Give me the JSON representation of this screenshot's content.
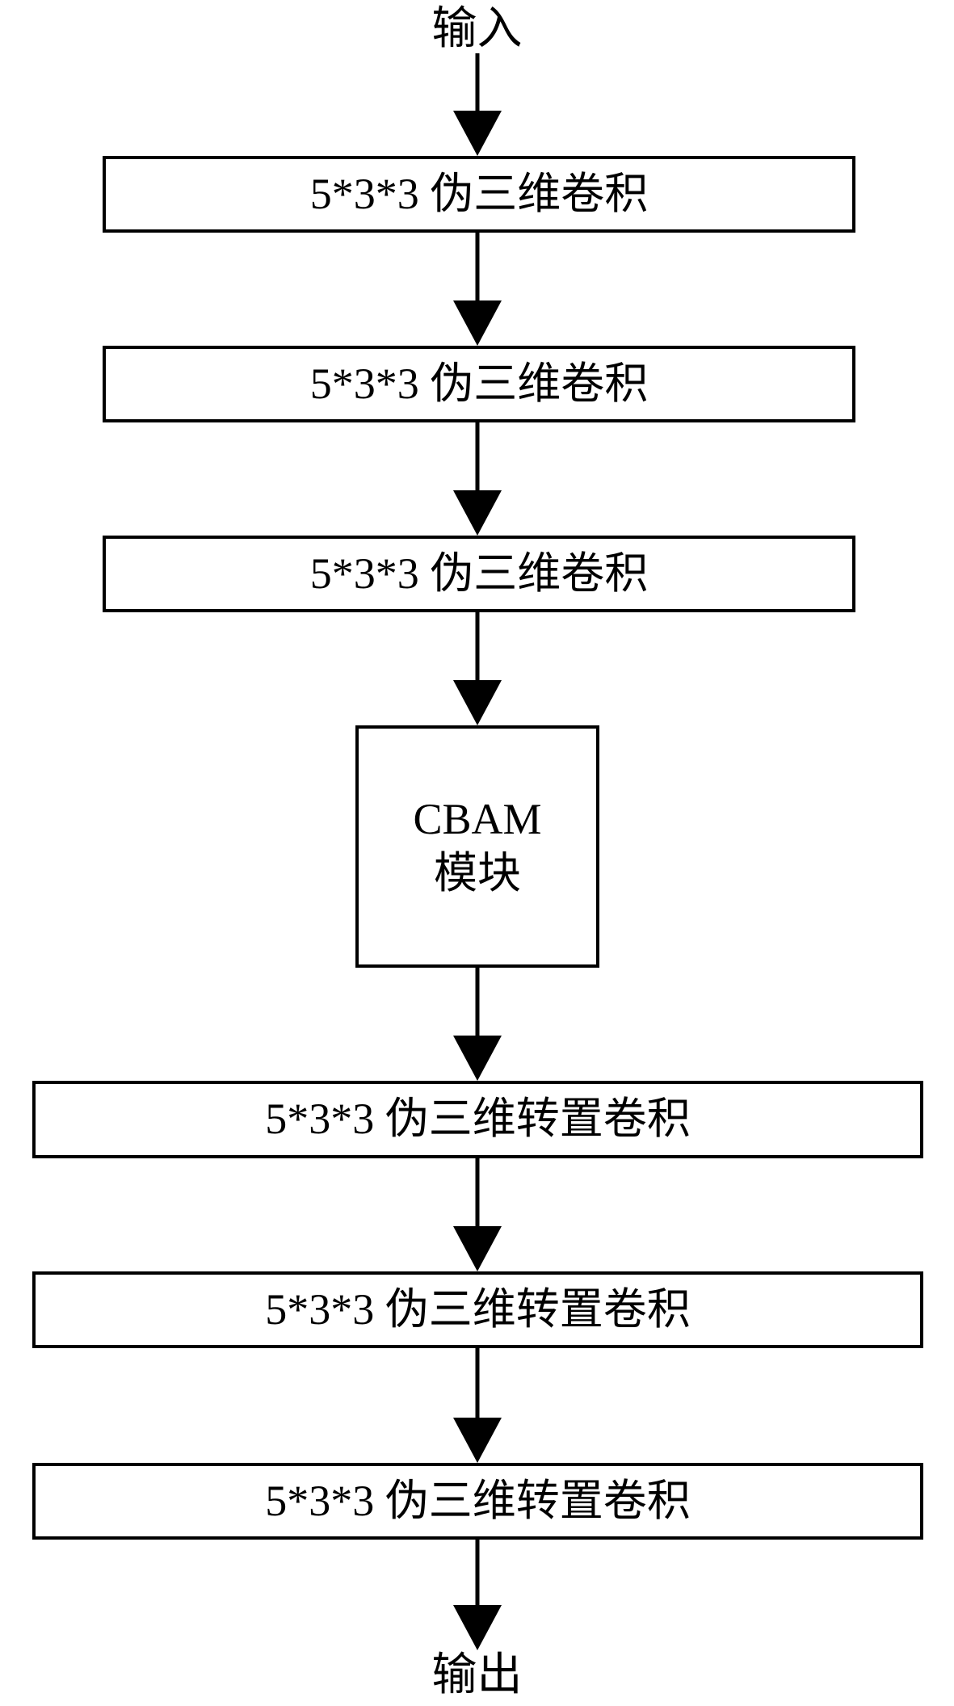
{
  "diagram": {
    "input_label": "输入",
    "output_label": "输出",
    "nodes": [
      {
        "id": "conv1",
        "label": "5*3*3 伪三维卷积"
      },
      {
        "id": "conv2",
        "label": "5*3*3 伪三维卷积"
      },
      {
        "id": "conv3",
        "label": "5*3*3 伪三维卷积"
      },
      {
        "id": "cbam",
        "line1": "CBAM",
        "line2": "模块"
      },
      {
        "id": "deconv1",
        "label": "5*3*3 伪三维转置卷积"
      },
      {
        "id": "deconv2",
        "label": "5*3*3 伪三维转置卷积"
      },
      {
        "id": "deconv3",
        "label": "5*3*3 伪三维转置卷积"
      }
    ],
    "colors": {
      "stroke": "#000000",
      "fill": "#ffffff",
      "background": "#ffffff"
    }
  }
}
